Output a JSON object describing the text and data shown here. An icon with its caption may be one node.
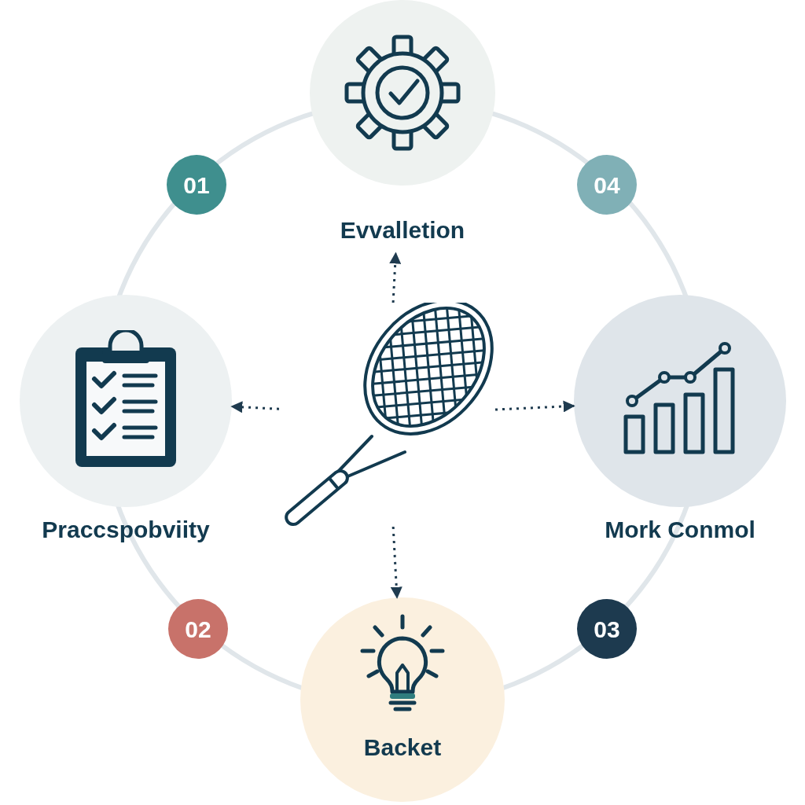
{
  "diagram": {
    "nodes": [
      {
        "text": [],
        "shape": "picture"
      },
      {
        "text": [
          "Evvalletion"
        ]
      },
      {
        "text": [
          "Praccspobviity"
        ]
      },
      {
        "text": [
          "Mork Conmol"
        ]
      },
      {
        "text": [
          "Backet"
        ]
      },
      {
        "text": [
          "01"
        ]
      },
      {
        "text": [
          "04"
        ]
      },
      {
        "text": [
          "02"
        ]
      },
      {
        "text": [
          "03"
        ]
      }
    ],
    "edges": [
      {
        "from": 0,
        "to": 1,
        "arrow": "to",
        "style": "dashed"
      },
      {
        "from": 0,
        "to": 2,
        "arrow": "to",
        "style": "dashed"
      },
      {
        "from": 0,
        "to": 3,
        "arrow": "to",
        "style": "dashed"
      },
      {
        "from": 0,
        "to": 4,
        "arrow": "to",
        "style": "dashed"
      }
    ]
  }
}
